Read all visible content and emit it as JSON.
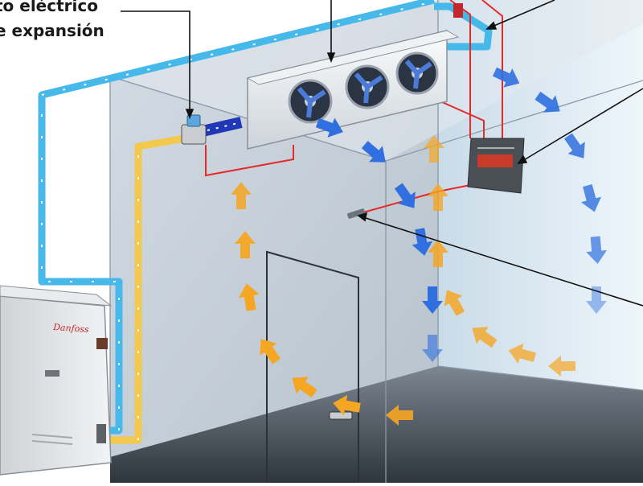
{
  "callouts": {
    "line1": "to eléctrico",
    "line2": "e expansión"
  },
  "condensing_unit": {
    "brand": "Danfoss"
  },
  "colors": {
    "liquid_line": "#46b9ea",
    "suction_line": "#f2c94c",
    "electrical_wiring": "#e32b2b",
    "cold_airflow": "#2f6fe0",
    "warm_airflow": "#f5a623",
    "room_back_wall": "#c9d2db",
    "room_side_wall": "#dce9f3",
    "room_floor": "#4a5560"
  }
}
